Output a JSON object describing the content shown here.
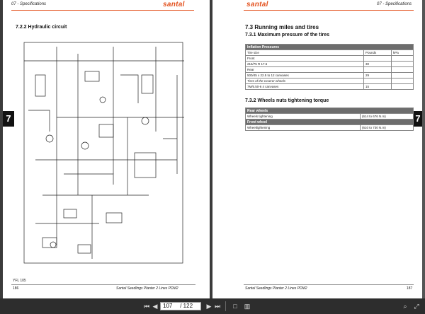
{
  "left_page": {
    "header_section": "07 - Specifications",
    "logo": "santal",
    "title": "7.2.2 Hydraulic circuit",
    "tab": "7",
    "figure_code": "YFL 105",
    "page_number": "186",
    "footer": "Santal Seedlings Planter 2 Lines PDM2"
  },
  "right_page": {
    "logo": "santal",
    "header_section": "07 - Specifications",
    "title": "7.3 Running miles and tires",
    "subtitle1": "7.3.1 Maximum pressure of the tires",
    "tires_table": {
      "header": "Inflation Pressures",
      "rows": [
        [
          "Tire size",
          "Pounds",
          "kPa"
        ],
        [
          "Front",
          "",
          ""
        ],
        [
          "215/75 R 17.5",
          "30",
          ""
        ],
        [
          "Rear",
          "",
          ""
        ],
        [
          "500/45 x 22.5 to 12 canvases",
          "29",
          ""
        ],
        [
          "Tires of the coverer wheels",
          "",
          ""
        ],
        [
          "7M/6.50-6 4 canvases",
          "15",
          ""
        ]
      ]
    },
    "subtitle2": "7.3.2 Wheels nuts tightening torque",
    "torque_table": {
      "rear_header": "Rear wheels",
      "rear_row": [
        "Wheels tightening",
        "(614 to 676 N.m)"
      ],
      "front_header": "Front wheel",
      "front_row": [
        "Wheeltightening",
        "(610 to 730 N.m)"
      ]
    },
    "tab": "7",
    "footer": "Santal Seedlings Planter 2 Lines PDM2",
    "page_number": "187"
  },
  "toolbar": {
    "first_icon": "first-page-icon",
    "prev_icon": "prev-page-icon",
    "current_page": "107",
    "total_pages": "/ 122",
    "next_icon": "next-page-icon",
    "last_icon": "last-page-icon",
    "colors": {
      "bar": "#2d2d2d",
      "accent": "#e3501c"
    }
  }
}
